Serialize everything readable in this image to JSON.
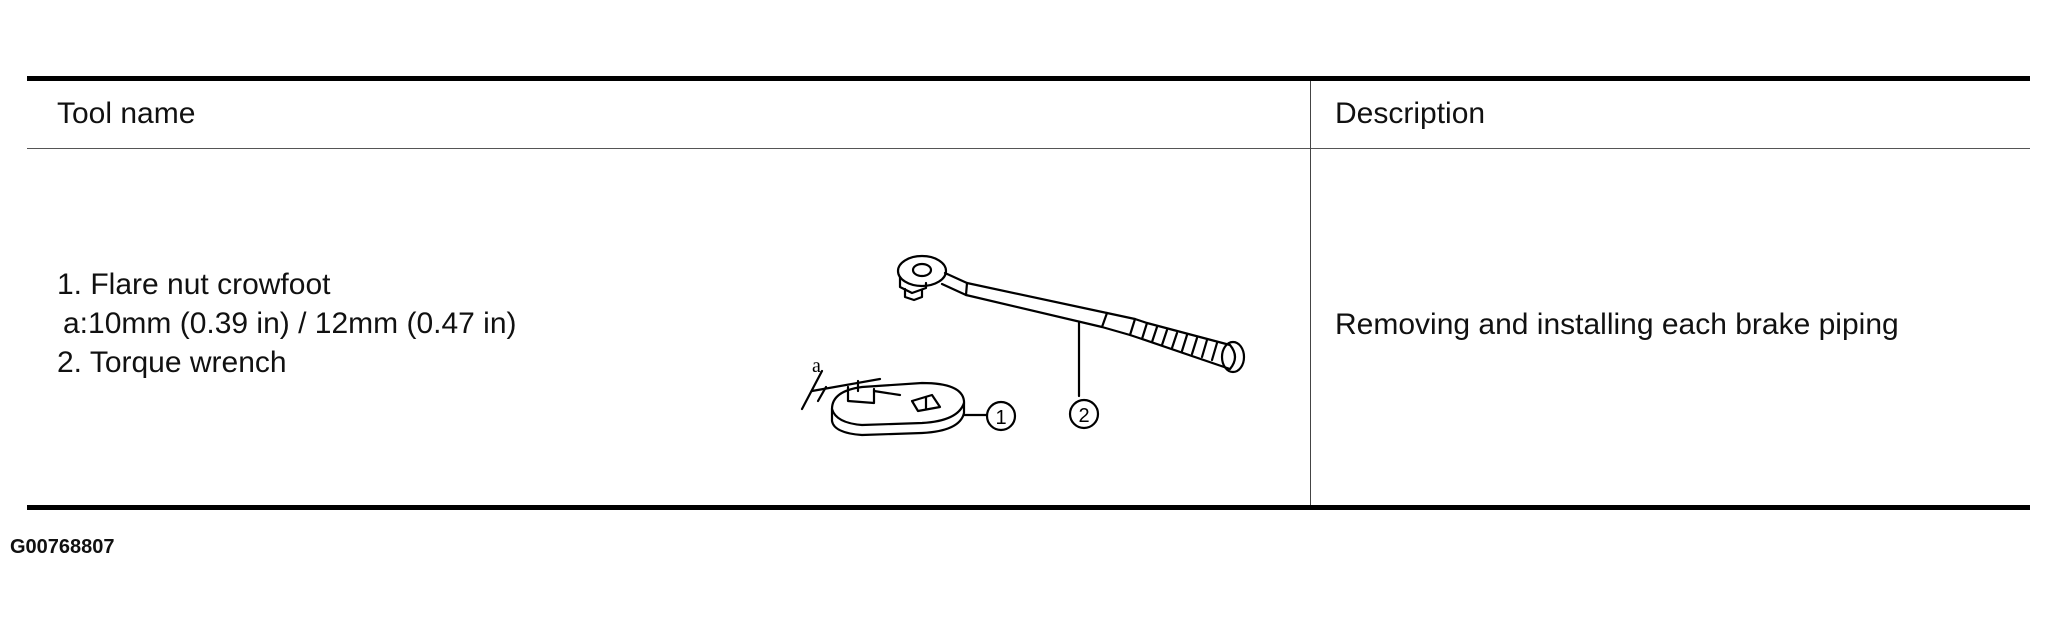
{
  "table": {
    "headers": {
      "tool_name": "Tool name",
      "description": "Description"
    },
    "rows": [
      {
        "tool_lines": [
          "1. Flare nut crowfoot",
          "a:10mm (0.39 in) / 12mm (0.47 in)",
          "2. Torque wrench"
        ],
        "illustration_labels": {
          "dimension": "a",
          "callout_1": "1",
          "callout_2": "2"
        },
        "description": "Removing and installing each brake piping"
      }
    ]
  },
  "figure_id": "G00768807"
}
